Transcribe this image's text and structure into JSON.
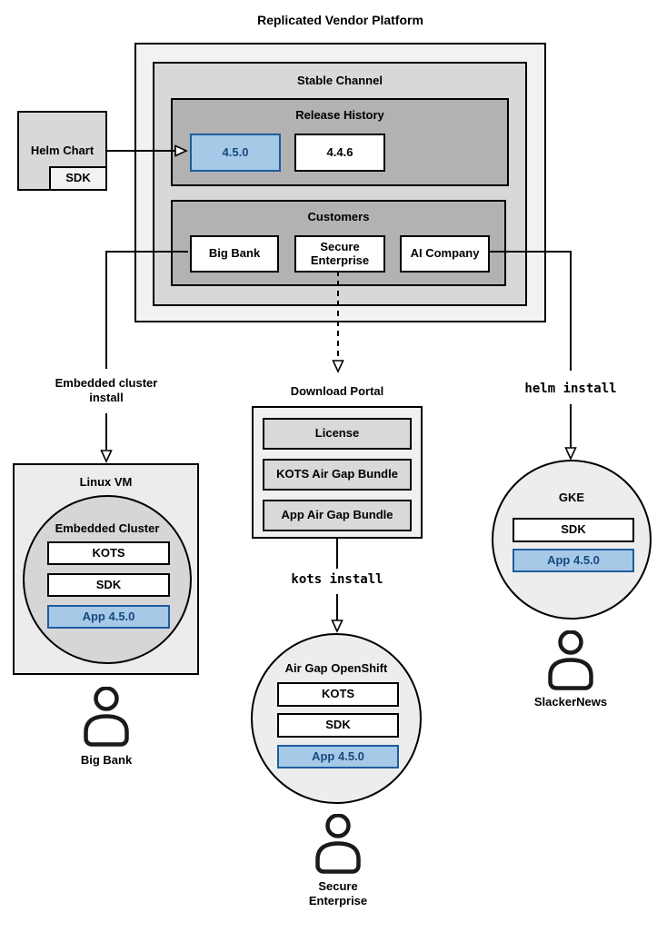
{
  "diagram_title": "Replicated Vendor Platform",
  "colors": {
    "highlight_fill": "#a6c9e8",
    "highlight_border": "#1e5c9e",
    "highlight_text": "#17497c",
    "platform_fill": "#f2f2f2",
    "channel_fill": "#d8d8d8",
    "section_fill": "#b2b2b2"
  },
  "platform": {
    "stable_channel": {
      "title": "Stable Channel",
      "release_history": {
        "title": "Release History",
        "current_release": "4.5.0",
        "previous_release": "4.4.6"
      },
      "customers": {
        "title": "Customers",
        "big_bank": "Big Bank",
        "secure_enterprise": "Secure Enterprise",
        "ai_company": "AI Company"
      }
    }
  },
  "helm_chart": {
    "title": "Helm Chart",
    "sdk": "SDK"
  },
  "left_flow": {
    "arrow_label": "Embedded cluster\ninstall",
    "vm": {
      "title": "Linux VM",
      "cluster": {
        "title": "Embedded Cluster",
        "kots": "KOTS",
        "sdk": "SDK",
        "app": "App 4.5.0"
      }
    },
    "user": "Big Bank"
  },
  "middle_flow": {
    "portal": {
      "title": "Download Portal",
      "items": [
        "License",
        "KOTS Air Gap Bundle",
        "App Air Gap Bundle"
      ]
    },
    "arrow_label": "kots install",
    "cluster": {
      "title": "Air Gap OpenShift",
      "kots": "KOTS",
      "sdk": "SDK",
      "app": "App 4.5.0"
    },
    "user": "Secure\nEnterprise"
  },
  "right_flow": {
    "arrow_label": "helm install",
    "cluster": {
      "title": "GKE",
      "sdk": "SDK",
      "app": "App 4.5.0"
    },
    "user": "SlackerNews"
  }
}
